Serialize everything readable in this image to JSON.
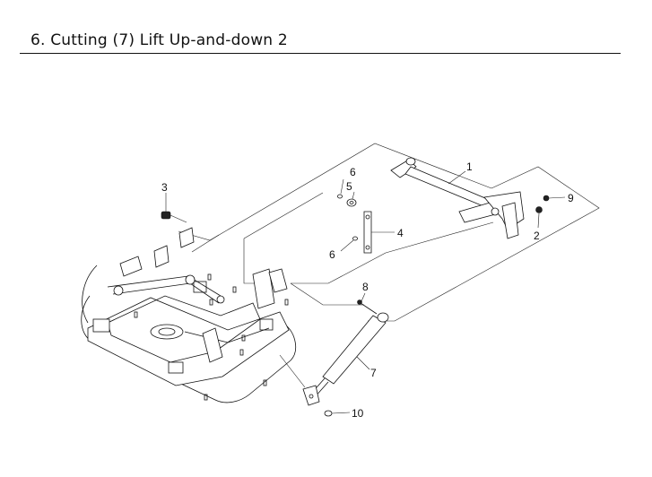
{
  "header": {
    "title": "6. Cutting (7) Lift Up-and-down 2"
  },
  "callouts": [
    {
      "id": "c1",
      "label": "1"
    },
    {
      "id": "c2",
      "label": "2"
    },
    {
      "id": "c3",
      "label": "3"
    },
    {
      "id": "c4",
      "label": "4"
    },
    {
      "id": "c5",
      "label": "5"
    },
    {
      "id": "c6a",
      "label": "6"
    },
    {
      "id": "c6b",
      "label": "6"
    },
    {
      "id": "c7",
      "label": "7"
    },
    {
      "id": "c8",
      "label": "8"
    },
    {
      "id": "c9",
      "label": "9"
    },
    {
      "id": "c10",
      "label": "10"
    }
  ]
}
